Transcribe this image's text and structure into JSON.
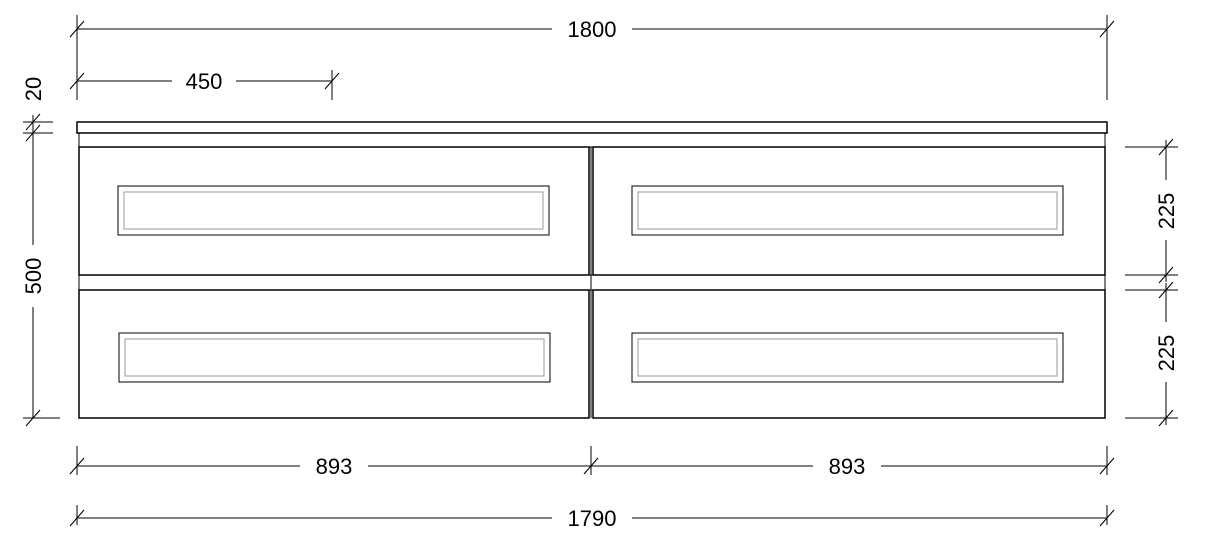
{
  "dimensions": {
    "overall_top": "1800",
    "handle_offset": "450",
    "top_thickness": "20",
    "height": "500",
    "drawer_height_upper": "225",
    "drawer_height_lower": "225",
    "drawer_width_left": "893",
    "drawer_width_right": "893",
    "overall_bottom": "1790"
  }
}
